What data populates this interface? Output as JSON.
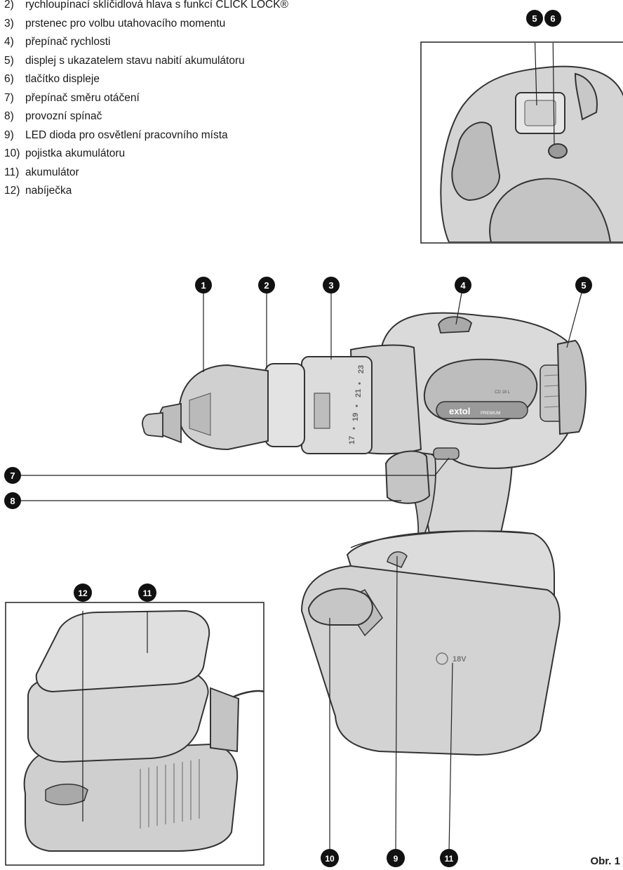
{
  "parts_list": [
    {
      "num": "2)",
      "text": "rychloupínací sklíčidlová hlava s funkcí CLICK LOCK®"
    },
    {
      "num": "3)",
      "text": "prstenec pro volbu utahovacího momentu"
    },
    {
      "num": "4)",
      "text": "přepínač rychlosti"
    },
    {
      "num": "5)",
      "text": "displej s ukazatelem stavu nabití akumulátoru"
    },
    {
      "num": "6)",
      "text": "tlačítko displeje"
    },
    {
      "num": "7)",
      "text": "přepínač směru otáčení"
    },
    {
      "num": "8)",
      "text": "provozní spínač"
    },
    {
      "num": "9)",
      "text": "LED dioda pro osvětlení pracovního místa"
    },
    {
      "num": "10)",
      "text": "pojistka akumulátoru"
    },
    {
      "num": "11)",
      "text": "akumulátor"
    },
    {
      "num": "12)",
      "text": "nabíječka"
    }
  ],
  "callouts": {
    "inset_5": "5",
    "inset_6": "6",
    "c1": "1",
    "c2": "2",
    "c3": "3",
    "c4": "4",
    "c5": "5",
    "c7": "7",
    "c8": "8",
    "c12": "12",
    "c11_top": "11",
    "c10": "10",
    "c9": "9",
    "c11_bottom": "11"
  },
  "drill": {
    "brand": "extol",
    "brand_sub": "PREMIUM",
    "model": "CD 18 L",
    "torque_scale": [
      "17",
      "•",
      "19",
      "•",
      "21",
      "•",
      "23"
    ],
    "battery_voltage": "18V"
  },
  "figure_label": "Obr. 1",
  "colors": {
    "line": "#222222",
    "body": "#d9d9d9",
    "body_dark": "#b8b8b8",
    "callout": "#111111"
  }
}
